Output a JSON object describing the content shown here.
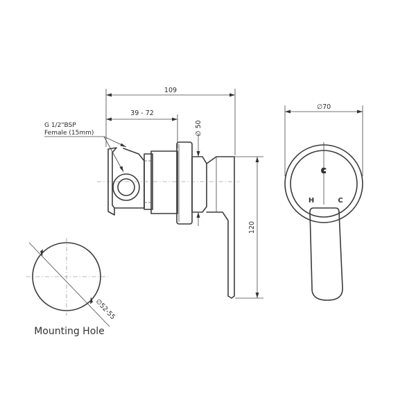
{
  "dimensions": {
    "overall_length": "109",
    "adjustment_range": "39 - 72",
    "plate_diameter_side": "∅ 50",
    "height": "120",
    "plate_diameter_front": "∅70",
    "mounting_hole_diameter": "∅52-55"
  },
  "notes": {
    "thread_line1": "G 1/2\"BSP",
    "thread_line2": "Female (15mm)"
  },
  "labels": {
    "hot": "H",
    "cold": "C",
    "mounting_hole": "Mounting Hole"
  }
}
